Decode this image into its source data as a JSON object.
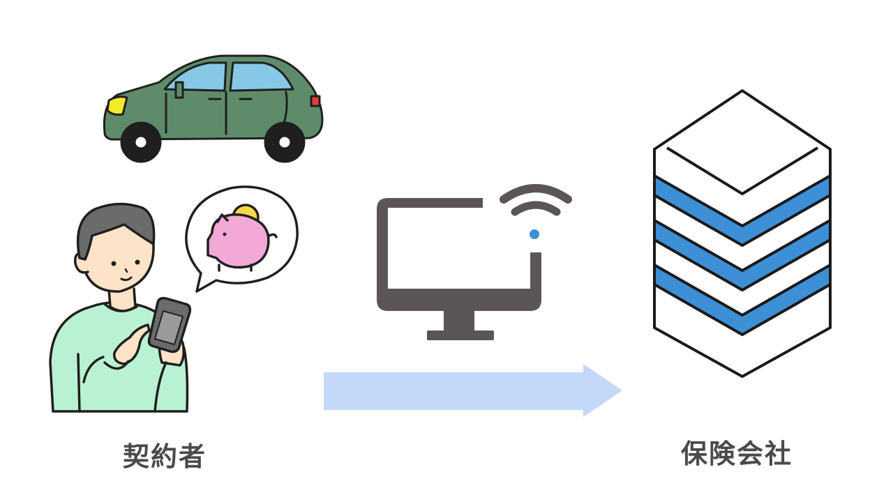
{
  "diagram": {
    "left_party": {
      "label": "契約者",
      "items": [
        "car-illustration",
        "person-with-smartphone",
        "speech-bubble-piggy-bank"
      ]
    },
    "center": {
      "items": [
        "monitor-icon",
        "wifi-icon",
        "arrow-right"
      ]
    },
    "right_party": {
      "label": "保険会社",
      "items": [
        "server-stack-icon"
      ]
    },
    "colors": {
      "car_body": "#5e8c6a",
      "car_window": "#86c8e6",
      "shirt": "#b9f2d2",
      "hair": "#6b6b6b",
      "skin": "#fde3c8",
      "piggy": "#f3a9d6",
      "coin": "#f7d84a",
      "monitor": "#5b5556",
      "wifi_dot": "#3d8fd6",
      "arrow": "#c4d8f7",
      "server_band": "#3d8fd6",
      "label_text": "#4a4a4a"
    }
  }
}
